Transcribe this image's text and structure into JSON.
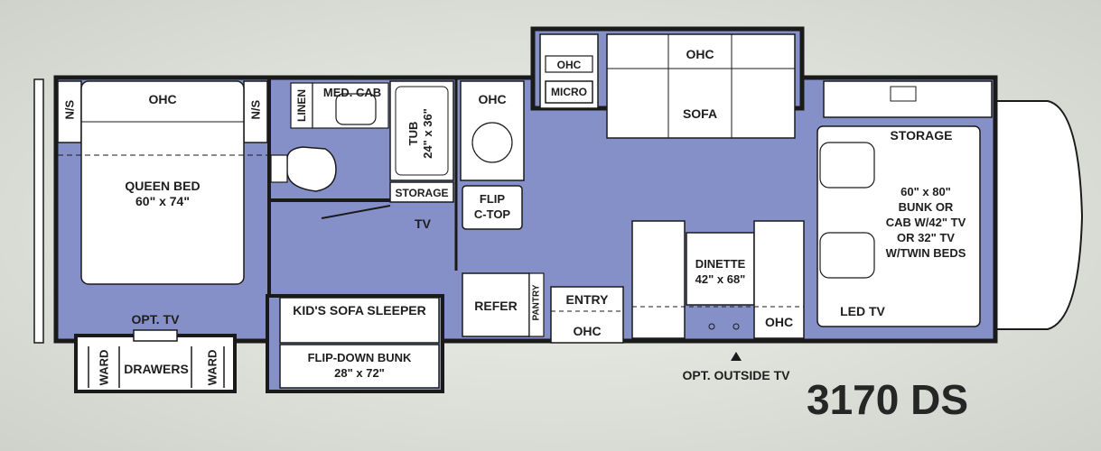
{
  "model": "3170 DS",
  "labels": {
    "ohc_master": "OHC",
    "ns_left": "N/S",
    "ns_right": "N/S",
    "queen_bed": "QUEEN BED\n60\" x 74\"",
    "opt_tv": "OPT. TV",
    "ward_left": "WARD",
    "drawers": "DRAWERS",
    "ward_right": "WARD",
    "linen": "LINEN",
    "med_cab": "MED. CAB",
    "tub": "TUB\n24\" x 36\"",
    "storage_bath": "STORAGE",
    "tv": "TV",
    "ohc_galley": "OHC",
    "flip_ctop": "FLIP\nC-TOP",
    "ohc_micro": "OHC",
    "micro": "MICRO",
    "ohc_sofa": "OHC",
    "sofa": "SOFA",
    "kids_sofa": "KID'S SOFA SLEEPER",
    "flip_bunk": "FLIP-DOWN BUNK\n28\" x 72\"",
    "refer": "REFER",
    "pantry": "PANTRY",
    "entry": "ENTRY",
    "ohc_entry": "OHC",
    "dinette": "DINETTE\n42\" x 68\"",
    "ohc_dinette": "OHC",
    "storage_cab": "STORAGE",
    "cab_bunk": "60\" x 80\"\nBUNK OR\nCAB W/42\" TV\nOR 32\" TV\nW/TWIN BEDS",
    "led_tv": "LED TV",
    "opt_outside_tv": "OPT. OUTSIDE TV"
  },
  "colors": {
    "floor": "#8690c8",
    "furniture": "#ffffff",
    "wall": "#1a1a1a"
  }
}
